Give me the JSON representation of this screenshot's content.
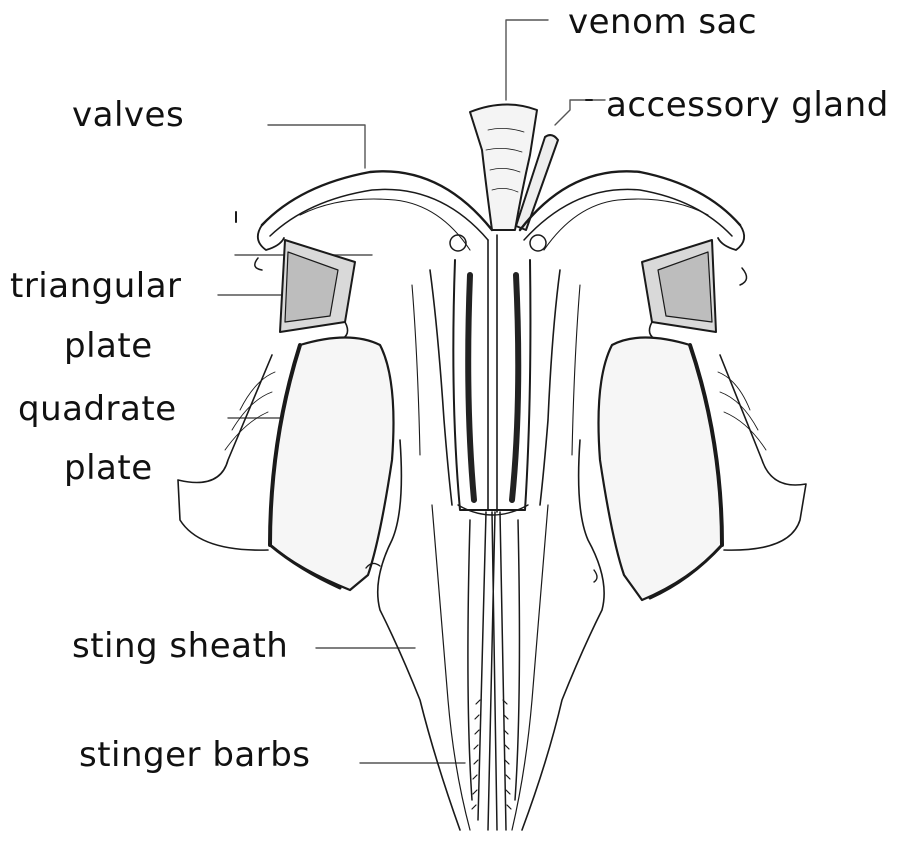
{
  "labels": {
    "venom_sac": "venom sac",
    "accessory_gland": "accessory gland",
    "valves": "valves",
    "triangular_plate_line1": "triangular",
    "triangular_plate_line2": "plate",
    "quadrate_plate_line1": "quadrate",
    "quadrate_plate_line2": "plate",
    "sting_sheath": "sting sheath",
    "stinger_barbs": "stinger barbs"
  },
  "colors": {
    "ink": "#1a1a1a",
    "background": "#ffffff",
    "label_text": "#111111"
  }
}
